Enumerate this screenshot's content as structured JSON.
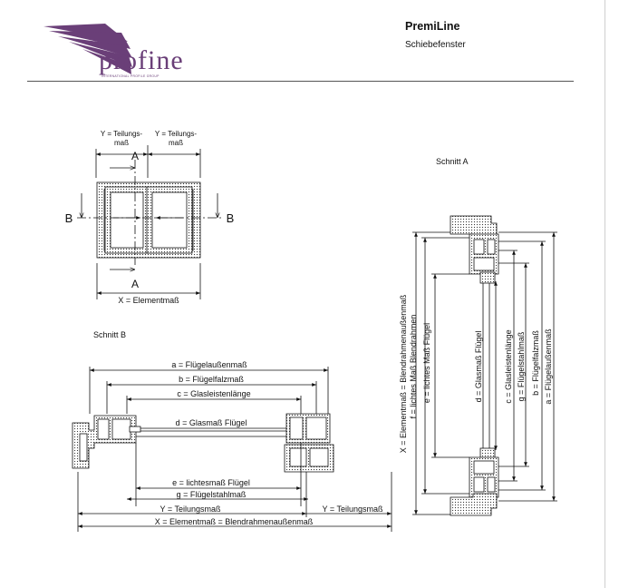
{
  "header": {
    "brand": "profine",
    "brand_tagline": "INTERNATIONAL PROFILE GROUP",
    "product": "PremiLine",
    "product_type": "Schiebefenster"
  },
  "colors": {
    "logo": "#6a3f78",
    "line": "#111111"
  },
  "front_view": {
    "y_left": "Y = Teilungs-",
    "y_left_2": "maß",
    "y_right": "Y = Teilungs-",
    "y_right_2": "maß",
    "section_a_top": "A",
    "section_a_bottom": "A",
    "section_b_left": "B",
    "section_b_right": "B",
    "x_label": "X = Elementmaß"
  },
  "section_b": {
    "title": "Schnitt B",
    "a": "a = Flügelaußenmaß",
    "b": "b = Flügelfalzmaß",
    "c": "c = Glasleistenlänge",
    "d": "d = Glasmaß Flügel",
    "e": "e = lichtesmaß Flügel",
    "g": "g = Flügelstahlmaß",
    "y_left": "Y = Teilungsmaß",
    "y_right": "Y = Teilungsmaß",
    "x": "X = Elementmaß = Blendrahmenaußenmaß"
  },
  "section_a": {
    "title": "Schnitt A",
    "x": "X = Elementmaß = Blendrahmenaußenmaß",
    "f": "f = lichtes Maß Blendrahmen",
    "e": "e = lichtes Maß Flügel",
    "d": "d = Glasmaß Flügel",
    "c": "c = Glasleistenlänge",
    "g": "g = Flügelstahlmaß",
    "b": "b = Flügelfalzmaß",
    "a": "a = Flügelaußenmaß"
  }
}
